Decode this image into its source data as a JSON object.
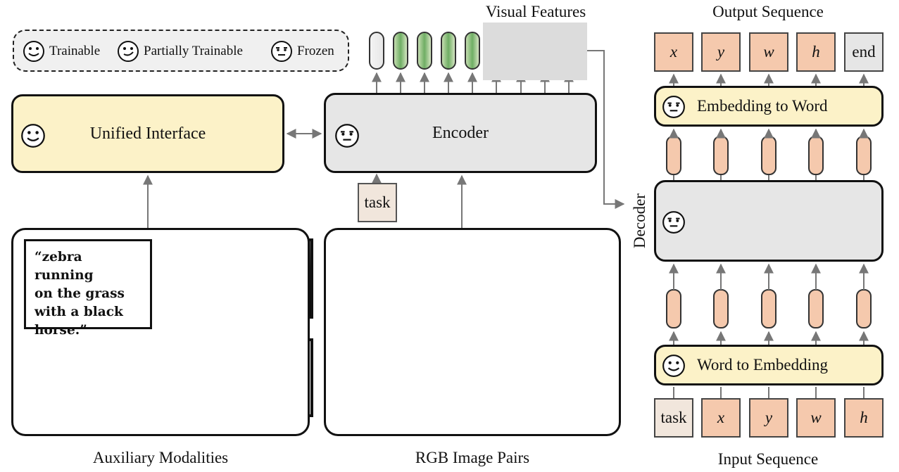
{
  "legend": {
    "trainable": "Trainable",
    "partially_trainable": "Partially Trainable",
    "frozen": "Frozen"
  },
  "unified_interface": {
    "label": "Unified Interface"
  },
  "encoder": {
    "label": "Encoder"
  },
  "task_token": "task",
  "visual_features": {
    "title": "Visual Features"
  },
  "auxiliary": {
    "caption": "Auxiliary Modalities",
    "quote_lines": [
      "“zebra running",
      "on the grass",
      "with a black",
      "horse.”"
    ]
  },
  "rgb": {
    "caption": "RGB Image Pairs"
  },
  "decoder": {
    "label": "Decoder",
    "embedding_to_word": "Embedding to Word",
    "word_to_embedding": "Word to Embedding",
    "output_title": "Output Sequence",
    "input_title": "Input Sequence",
    "output_tokens": [
      "x",
      "y",
      "w",
      "h",
      "end"
    ],
    "input_tokens": [
      "task",
      "x",
      "y",
      "w",
      "h"
    ]
  },
  "colors": {
    "trainable_fill": "#fcf2c8",
    "frozen_fill": "#e6e6e6",
    "token_fill": "#f5c9ad",
    "arrow": "#777777"
  }
}
